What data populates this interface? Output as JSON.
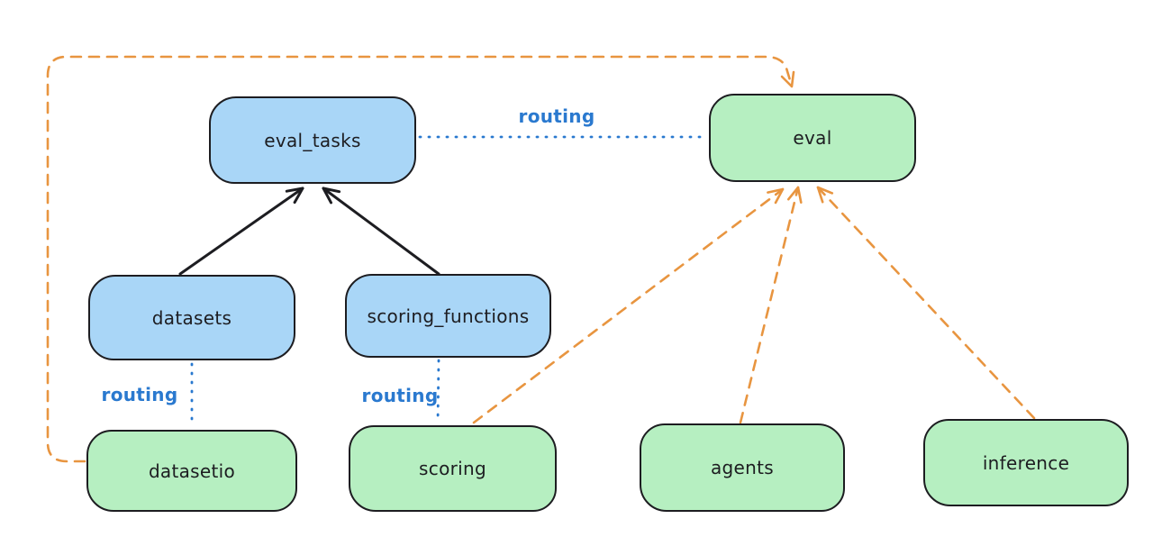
{
  "diagram": {
    "background": "#ffffff",
    "description": "routing diagram between eval-related APIs and provider implementations"
  },
  "colors": {
    "api_box_fill": "#a9d6f7",
    "provider_box_fill": "#b6efc1",
    "box_stroke": "#1d1d21",
    "routing_line_blue": "#2a79cf",
    "dashed_arrow_orange": "#e89540",
    "solid_arrow_black": "#1d1d21"
  },
  "nodes": [
    {
      "id": "eval_tasks",
      "label": "eval_tasks",
      "kind": "api"
    },
    {
      "id": "eval",
      "label": "eval",
      "kind": "provider"
    },
    {
      "id": "datasets",
      "label": "datasets",
      "kind": "api"
    },
    {
      "id": "scoring_functions",
      "label": "scoring_functions",
      "kind": "api"
    },
    {
      "id": "datasetio",
      "label": "datasetio",
      "kind": "provider"
    },
    {
      "id": "scoring",
      "label": "scoring",
      "kind": "provider"
    },
    {
      "id": "agents",
      "label": "agents",
      "kind": "provider"
    },
    {
      "id": "inference",
      "label": "inference",
      "kind": "provider"
    }
  ],
  "edges": [
    {
      "from": "datasets",
      "to": "eval_tasks",
      "style": "solid-black-arrow",
      "label": ""
    },
    {
      "from": "scoring_functions",
      "to": "eval_tasks",
      "style": "solid-black-arrow",
      "label": ""
    },
    {
      "from": "eval_tasks",
      "to": "eval",
      "style": "dotted-blue-line",
      "label": "routing"
    },
    {
      "from": "datasets",
      "to": "datasetio",
      "style": "dotted-blue-line",
      "label": "routing"
    },
    {
      "from": "scoring_functions",
      "to": "scoring",
      "style": "dotted-blue-line",
      "label": "routing"
    },
    {
      "from": "datasetio",
      "to": "eval",
      "style": "dashed-orange-arrow",
      "label": ""
    },
    {
      "from": "scoring",
      "to": "eval",
      "style": "dashed-orange-arrow",
      "label": ""
    },
    {
      "from": "agents",
      "to": "eval",
      "style": "dashed-orange-arrow",
      "label": ""
    },
    {
      "from": "inference",
      "to": "eval",
      "style": "dashed-orange-arrow",
      "label": ""
    }
  ]
}
